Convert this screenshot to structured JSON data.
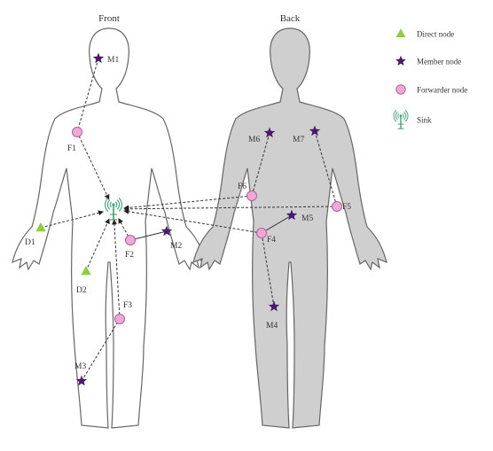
{
  "titles": {
    "front": "Front",
    "back": "Back"
  },
  "legend": [
    {
      "shape": "triangle",
      "label": "Direct node"
    },
    {
      "shape": "star",
      "label": "Member node"
    },
    {
      "shape": "circle",
      "label": "Forwarder node"
    },
    {
      "shape": "antenna",
      "label": "Sink"
    }
  ],
  "colors": {
    "direct": "#8ccf3a",
    "member": "#4a1870",
    "forwarder_fill": "#f0a9d6",
    "forwarder_stroke": "#b0609a",
    "sink": "#3f9e72",
    "body_front": "#ffffff",
    "body_back": "#cfcfcf",
    "outline": "#666666",
    "link": "#333333"
  },
  "nodes": [
    {
      "id": "M1",
      "type": "star",
      "label": "M1"
    },
    {
      "id": "F1",
      "type": "circle",
      "label": "F1"
    },
    {
      "id": "D1",
      "type": "triangle",
      "label": "D1"
    },
    {
      "id": "D2",
      "type": "triangle",
      "label": "D2"
    },
    {
      "id": "F2",
      "type": "circle",
      "label": "F2"
    },
    {
      "id": "M2",
      "type": "star",
      "label": "M2"
    },
    {
      "id": "F3",
      "type": "circle",
      "label": "F3"
    },
    {
      "id": "M3",
      "type": "star",
      "label": "M3"
    },
    {
      "id": "M6",
      "type": "star",
      "label": "M6"
    },
    {
      "id": "M7",
      "type": "star",
      "label": "M7"
    },
    {
      "id": "F6",
      "type": "circle",
      "label": "F6"
    },
    {
      "id": "F5",
      "type": "circle",
      "label": "F5"
    },
    {
      "id": "M5",
      "type": "star",
      "label": "M5"
    },
    {
      "id": "F4",
      "type": "circle",
      "label": "F4"
    },
    {
      "id": "M4",
      "type": "star",
      "label": "M4"
    }
  ],
  "links": [
    {
      "from": "M1",
      "to": "F1",
      "style": "dashed"
    },
    {
      "from": "F1",
      "to": "SINK",
      "style": "dashed"
    },
    {
      "from": "D1",
      "to": "SINK",
      "style": "dashed"
    },
    {
      "from": "D2",
      "to": "SINK",
      "style": "dashed"
    },
    {
      "from": "M2",
      "to": "F2",
      "style": "solid"
    },
    {
      "from": "F2",
      "to": "SINK",
      "style": "dashed"
    },
    {
      "from": "M3",
      "to": "F3",
      "style": "dashed"
    },
    {
      "from": "F3",
      "to": "SINK",
      "style": "dashed"
    },
    {
      "from": "M6",
      "to": "F6",
      "style": "dashed"
    },
    {
      "from": "M7",
      "to": "F5",
      "style": "dashed"
    },
    {
      "from": "F6",
      "to": "SINK",
      "style": "dashed"
    },
    {
      "from": "F5",
      "to": "SINK",
      "style": "dashed"
    },
    {
      "from": "M5",
      "to": "F4",
      "style": "solid"
    },
    {
      "from": "M4",
      "to": "F4",
      "style": "dashed"
    },
    {
      "from": "F4",
      "to": "SINK",
      "style": "dashed"
    }
  ]
}
